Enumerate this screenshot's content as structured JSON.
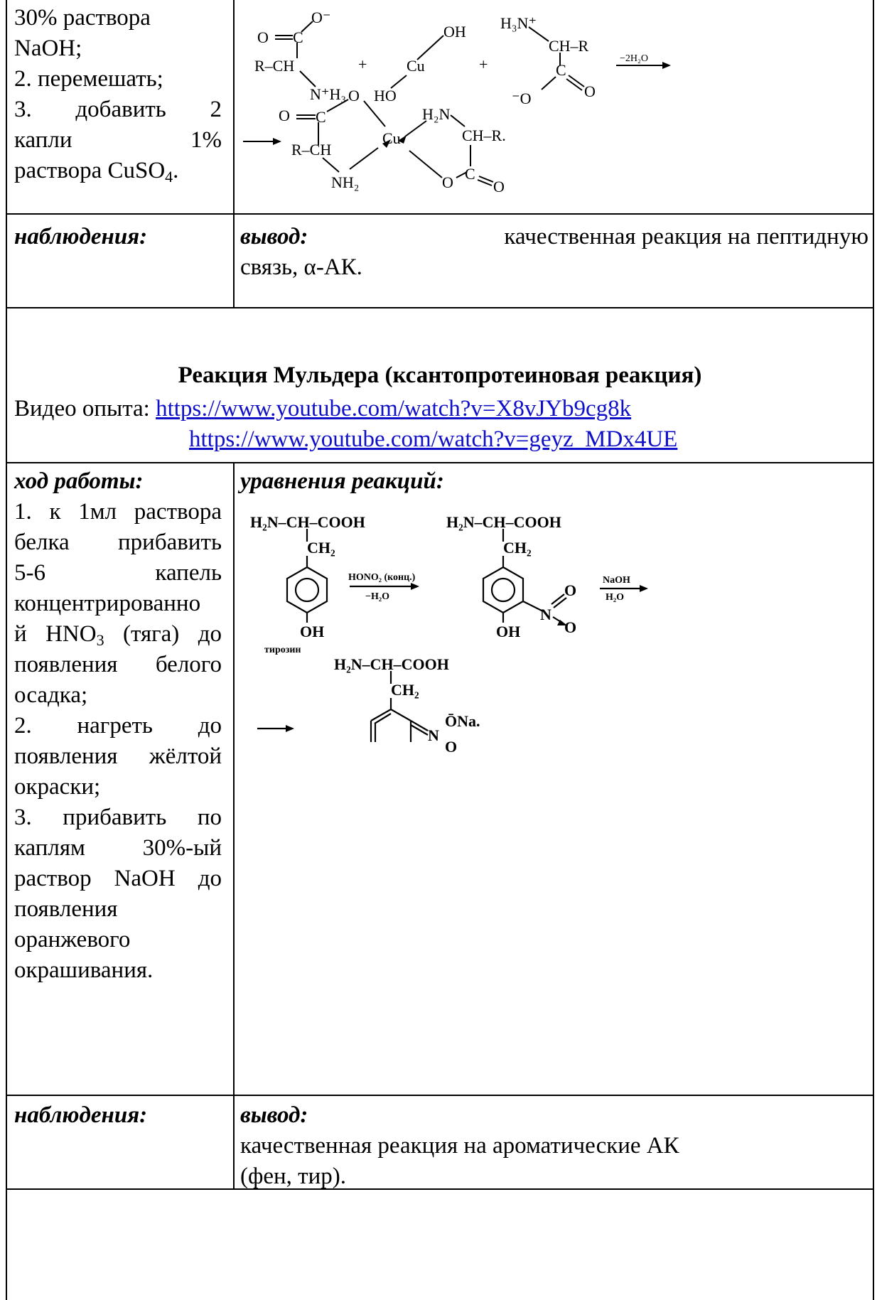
{
  "block1": {
    "steps_text_1": "30% раствора",
    "steps_text_2": "NaOH;",
    "step2": "2. перемешать;",
    "step3_a": "3.",
    "step3_b": "добавить",
    "step3_c": "2",
    "step3_d": "капли",
    "step3_e": "1%",
    "step3_f": "раствора CuSO",
    "step3_sub": "4",
    "step3_end": ".",
    "observations_label": "наблюдения:",
    "conclusion_label": "вывод:",
    "conclusion_text_1": "качественная реакция на пептидную",
    "conclusion_text_2": "связь, α-АК."
  },
  "section2": {
    "title": "Реакция Мульдера (ксантопротеиновая реакция)",
    "video_label": "Видео опыта:",
    "video_link_1": "https://www.youtube.com/watch?v=X8vJYb9cg8k",
    "video_link_2": "https://www.youtube.com/watch?v=geyz_MDx4UE"
  },
  "block2": {
    "procedure_label": "ход работы:",
    "equations_label": "уравнения реакций:",
    "lines": [
      "1. к 1мл раствора",
      "белка прибавить",
      "5-6 капель",
      "концентрированно",
      "й HNO",
      "появления белого",
      "осадка;",
      "2. нагреть до",
      "появления жёлтой",
      "окраски;",
      "3. прибавить по",
      "каплям 30%-ый",
      "раствор NaOH до",
      "появления",
      "оранжевого",
      "окрашивания."
    ],
    "hno3_sub": "3",
    "hno3_tail": " (тяга) до",
    "observations_label": "наблюдения:",
    "conclusion_label": "вывод:",
    "conclusion_text_1": "качественная реакция на ароматические АК",
    "conclusion_text_2": "(фен, тир)."
  },
  "chem1": {
    "o_minus": "O⁻",
    "oh": "OH",
    "h3n_plus": "H₃N⁺",
    "ch_r": "CH–R",
    "r_ch": "R–CH",
    "c": "C",
    "nh3_plus": "N⁺H₃",
    "plus": "+",
    "cu": "Cu",
    "ho": "HO",
    "minus_o": "⁻O",
    "o": "O",
    "water": "−2H₂O",
    "h2n": "H₂N",
    "ch_r_dot": "CH–R.",
    "nh2": "NH₂"
  },
  "chem2": {
    "h2n_ch_cooh": "H₂N–CH–COOH",
    "ch2": "CH₂",
    "oh": "OH",
    "tyrosine": "тирозин",
    "reagent_top": "HONO₂ (конц.)",
    "reagent_bottom": "−H₂O",
    "naoh": "NaOH",
    "h2o": "H₂O",
    "n": "N",
    "o": "O",
    "ona": "ŌNa.",
    "o_keto": "O"
  }
}
